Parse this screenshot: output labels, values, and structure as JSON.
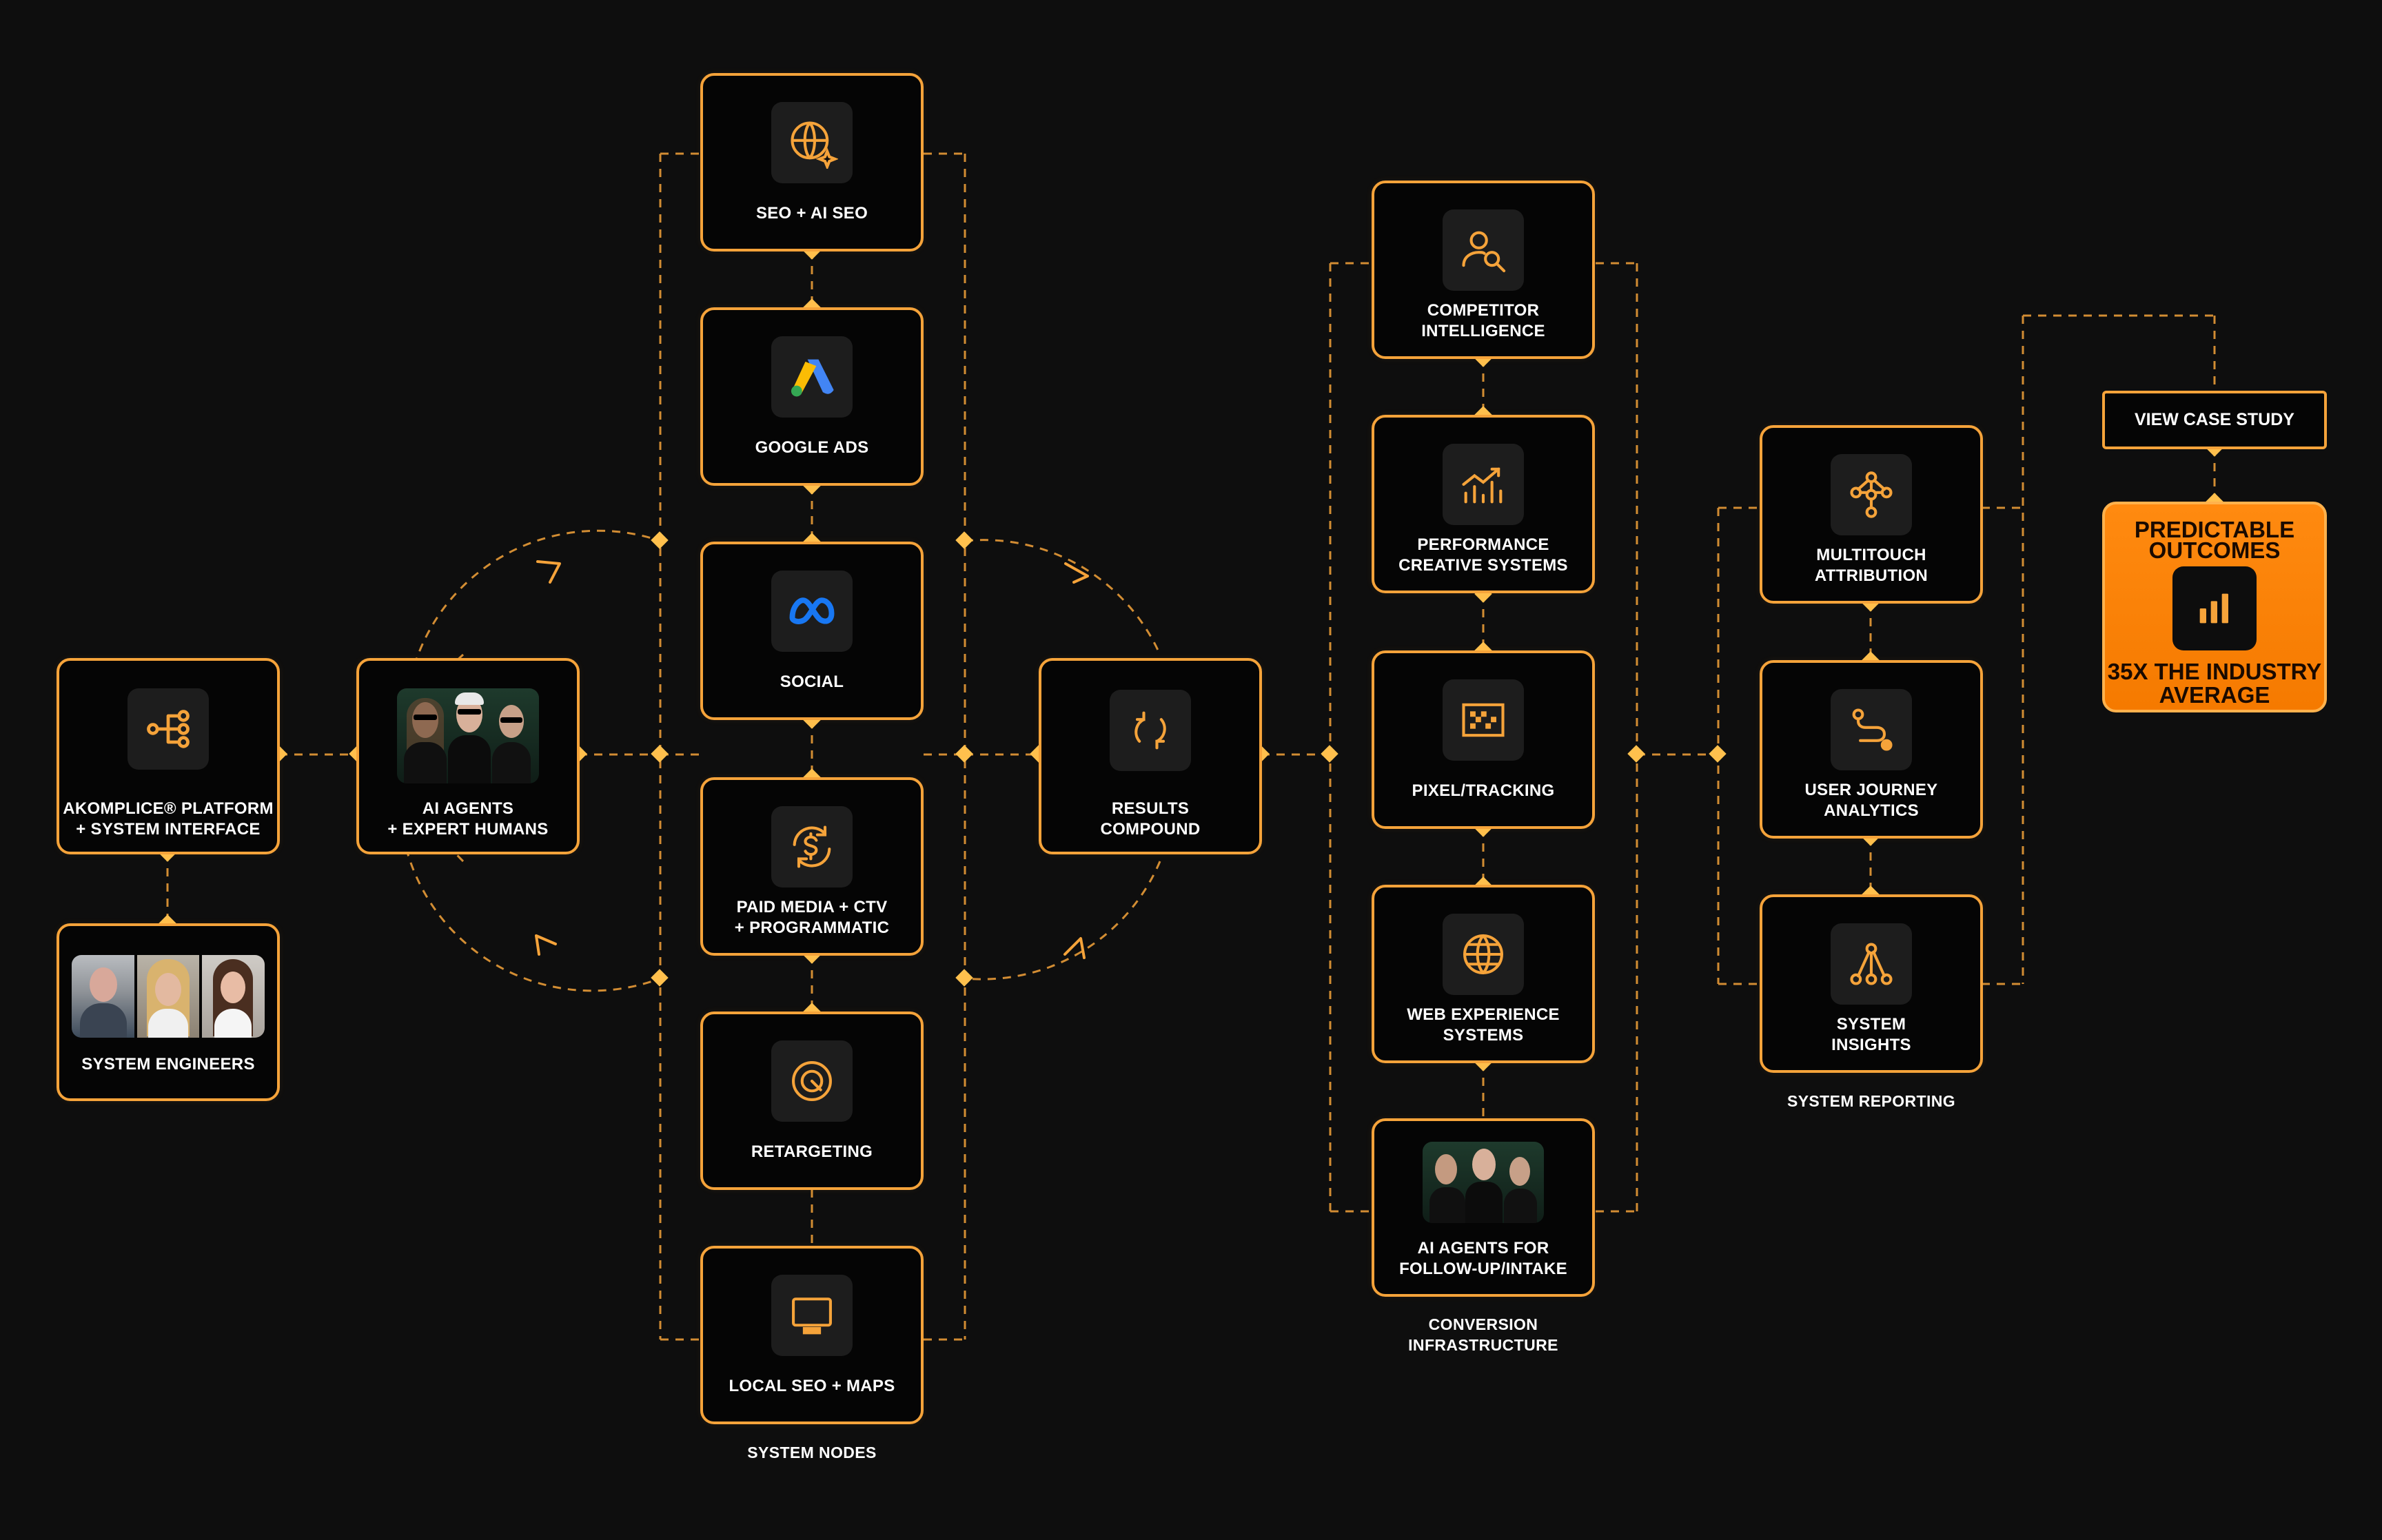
{
  "colors": {
    "accent": "#f5a33a",
    "background": "#0e0e0e",
    "node_fill": "#050505",
    "icon_fill": "#1d1d1d",
    "outcome_fill": "#f57f00"
  },
  "nodes": {
    "platform": {
      "label1": "AKOMPLICE® PLATFORM",
      "label2": "+ SYSTEM INTERFACE",
      "icon": "hierarchy-icon"
    },
    "engineers": {
      "label": "SYSTEM ENGINEERS",
      "image": "engineer-portraits"
    },
    "agents": {
      "label1": "AI AGENTS",
      "label2": "+ EXPERT HUMANS",
      "image": "agent-trio-photo"
    },
    "seo": {
      "label": "SEO + AI SEO",
      "icon": "globe-sparkle-icon"
    },
    "google_ads": {
      "label": "GOOGLE ADS",
      "icon": "google-ads-icon"
    },
    "social": {
      "label": "SOCIAL",
      "icon": "meta-icon"
    },
    "paid_media": {
      "label1": "PAID MEDIA + CTV",
      "label2": "+ PROGRAMMATIC",
      "icon": "dollar-cycle-icon"
    },
    "retargeting": {
      "label": "RETARGETING",
      "icon": "target-icon"
    },
    "local_seo": {
      "label": "LOCAL SEO + MAPS",
      "icon": "monitor-icon"
    },
    "results": {
      "label1": "RESULTS",
      "label2": "COMPOUND",
      "icon": "refresh-icon"
    },
    "competitor": {
      "label1": "COMPETITOR",
      "label2": "INTELLIGENCE",
      "icon": "user-search-icon"
    },
    "creative": {
      "label1": "PERFORMANCE",
      "label2": "CREATIVE SYSTEMS",
      "icon": "chart-trend-icon"
    },
    "pixel": {
      "label": "PIXEL/TRACKING",
      "icon": "pixel-grid-icon"
    },
    "web": {
      "label1": "WEB EXPERIENCE",
      "label2": "SYSTEMS",
      "icon": "globe-icon"
    },
    "followup": {
      "label1": "AI AGENTS FOR",
      "label2": "FOLLOW-UP/INTAKE",
      "image": "agent-trio-photo"
    },
    "multitouch": {
      "label1": "MULTITOUCH",
      "label2": "ATTRIBUTION",
      "icon": "network-icon"
    },
    "journey": {
      "label1": "USER JOURNEY",
      "label2": "ANALYTICS",
      "icon": "route-icon"
    },
    "insights": {
      "label1": "SYSTEM",
      "label2": "INSIGHTS",
      "icon": "tree-icon"
    }
  },
  "captions": {
    "system_nodes": "SYSTEM NODES",
    "conversion1": "CONVERSION",
    "conversion2": "INFRASTRUCTURE",
    "reporting": "SYSTEM REPORTING"
  },
  "case_study": {
    "label": "VIEW CASE STUDY"
  },
  "outcome": {
    "line1": "PREDICTABLE",
    "line2": "OUTCOMES",
    "line3": "35X THE INDUSTRY",
    "line4": "AVERAGE",
    "icon": "bar-chart-icon"
  }
}
